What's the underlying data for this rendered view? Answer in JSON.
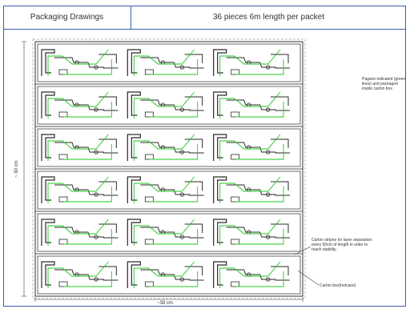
{
  "header": {
    "title": "Packaging Drawings",
    "description": "36 pieces 6m length per packet"
  },
  "annotations": {
    "profiles_note": "Pagaris indicated (green lines) and packaged inside carton box.",
    "stripes_note": "Carton stripes for layer separation every 50cm of length in order to reach stability.",
    "box_note": "Carton box(hotcase)"
  },
  "dimensions": {
    "height_label": "~ 30 cm",
    "width_label": "~38 cm"
  },
  "layout": {
    "rows": 6,
    "profiles_per_row": 3
  },
  "colors": {
    "frame": "#3a5db0",
    "profile_outline": "#2a2a2a",
    "profile_highlight": "#1ec81e",
    "separator": "#555555"
  }
}
